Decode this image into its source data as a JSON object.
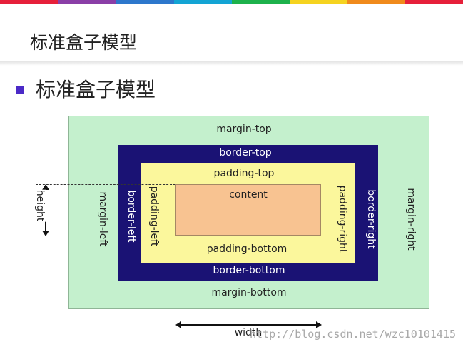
{
  "title": "标准盒子模型",
  "bullet_text": "标准盒子模型",
  "colors": {
    "stripes": [
      "#e6203a",
      "#8a3ea7",
      "#2d77cc",
      "#13a4d4",
      "#1db24c",
      "#f5d320",
      "#f08a1c",
      "#e6203a"
    ],
    "bullet": "#4b2ac7",
    "margin": "#c4f0cd",
    "border": "#1a1274",
    "padding": "#fbf79c",
    "content": "#f8c391"
  },
  "diagram": {
    "margin_top": "margin-top",
    "margin_bottom": "margin-bottom",
    "margin_left": "margin-left",
    "margin_right": "margin-right",
    "border_top": "border-top",
    "border_bottom": "border-bottom",
    "border_left": "border-left",
    "border_right": "border-right",
    "padding_top": "padding-top",
    "padding_bottom": "padding-bottom",
    "padding_left": "padding-left",
    "padding_right": "padding-right",
    "content": "content",
    "height": "height",
    "width": "width"
  },
  "watermark": "http://blog.csdn.net/wzc10101415"
}
